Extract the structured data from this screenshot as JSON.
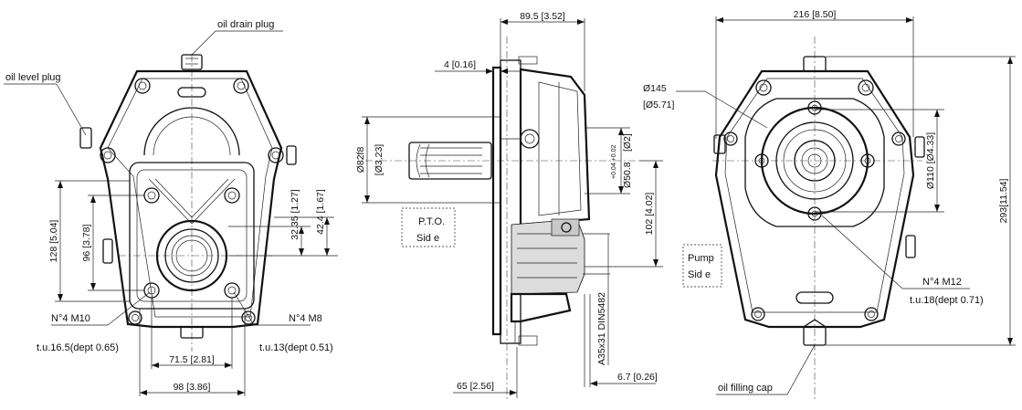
{
  "left_view": {
    "callouts": {
      "oil_drain_plug": "oil drain plug",
      "oil_level_plug": "oil level plug",
      "m10_holes": "N°4 M10",
      "m10_depth": "t.u.16.5(dept 0.65)",
      "m8_holes": "N°4 M8",
      "m8_depth": "t.u.13(dept 0.51)"
    },
    "dims": {
      "d128": "128 [5.04]",
      "d96": "96 [3.78]",
      "d32": "32.35 [1.27]",
      "d42": "42.4 [1.67]",
      "d71": "71.5 [2.81]",
      "d98": "98 [3.86]"
    }
  },
  "middle_view": {
    "dims": {
      "d89": "89.5 [3.52]",
      "d4": "4 [0.16]",
      "d82": "Ø82f8",
      "d82in": "[Ø3.23]",
      "d508": "Ø50.8",
      "d508tol": "+0.04 +0.02",
      "d2": "[Ø2]",
      "d102": "102 [4.02]",
      "spline": "A35x31 DIN5482",
      "d65": "65 [2.56]",
      "d67": "6.7 [0.26]"
    },
    "pto_box": {
      "line1": "P.T.O.",
      "line2": "Sid e"
    }
  },
  "right_view": {
    "dims": {
      "d216": "216 [8.50]",
      "d145": "Ø145",
      "d145in": "[Ø5.71]",
      "d110": "Ø110 [Ø4.33]",
      "d293": "293[11.54]"
    },
    "pump_box": {
      "line1": "Pump",
      "line2": "Sid e"
    },
    "callouts": {
      "m12_holes": "N°4 M12",
      "m12_depth": "t.u.18(dept 0.71)",
      "oil_filling_cap": "oil filling cap"
    }
  }
}
